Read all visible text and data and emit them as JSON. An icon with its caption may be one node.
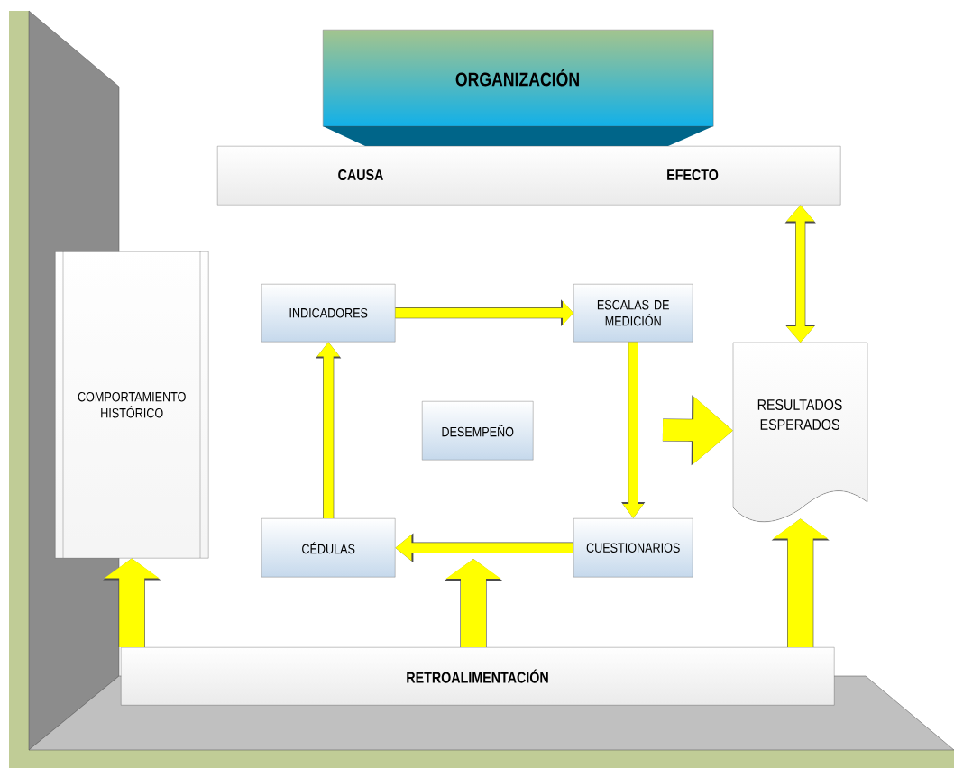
{
  "diagram": {
    "nodes": [
      {
        "text": [
          "ORGANIZACIÓN"
        ]
      },
      {
        "text": [
          "CAUSA",
          "EFECTO"
        ]
      },
      {
        "text": [
          "COMPORTAMIENTO HISTÓRICO"
        ]
      },
      {
        "text": [
          "INDICADORES"
        ]
      },
      {
        "text": [
          "ESCALAS DE MEDICIÓN"
        ]
      },
      {
        "text": [
          "DESEMPEÑO"
        ]
      },
      {
        "text": [
          "RESULTADOS ESPERADOS"
        ]
      },
      {
        "text": [
          "CÉDULAS"
        ]
      },
      {
        "text": [
          "CUESTIONARIOS"
        ]
      },
      {
        "text": [
          "RETROALIMENTACIÓN"
        ]
      }
    ],
    "edges": [
      {
        "from": 3,
        "to": 4,
        "arrow": "to"
      },
      {
        "from": 4,
        "to": 8,
        "arrow": "to"
      },
      {
        "from": 8,
        "to": 7,
        "arrow": "to"
      },
      {
        "from": 7,
        "to": 3,
        "arrow": "to"
      },
      {
        "from": null,
        "to": 6,
        "arrow": "to",
        "style": "thick"
      },
      {
        "from": 1,
        "to": 6,
        "arrow": "both"
      },
      {
        "from": 9,
        "to": 2,
        "arrow": "to",
        "style": "thick"
      },
      {
        "from": 9,
        "to": null,
        "arrow": "to",
        "style": "thick"
      },
      {
        "from": 9,
        "to": 6,
        "arrow": "to",
        "style": "thick"
      }
    ]
  }
}
